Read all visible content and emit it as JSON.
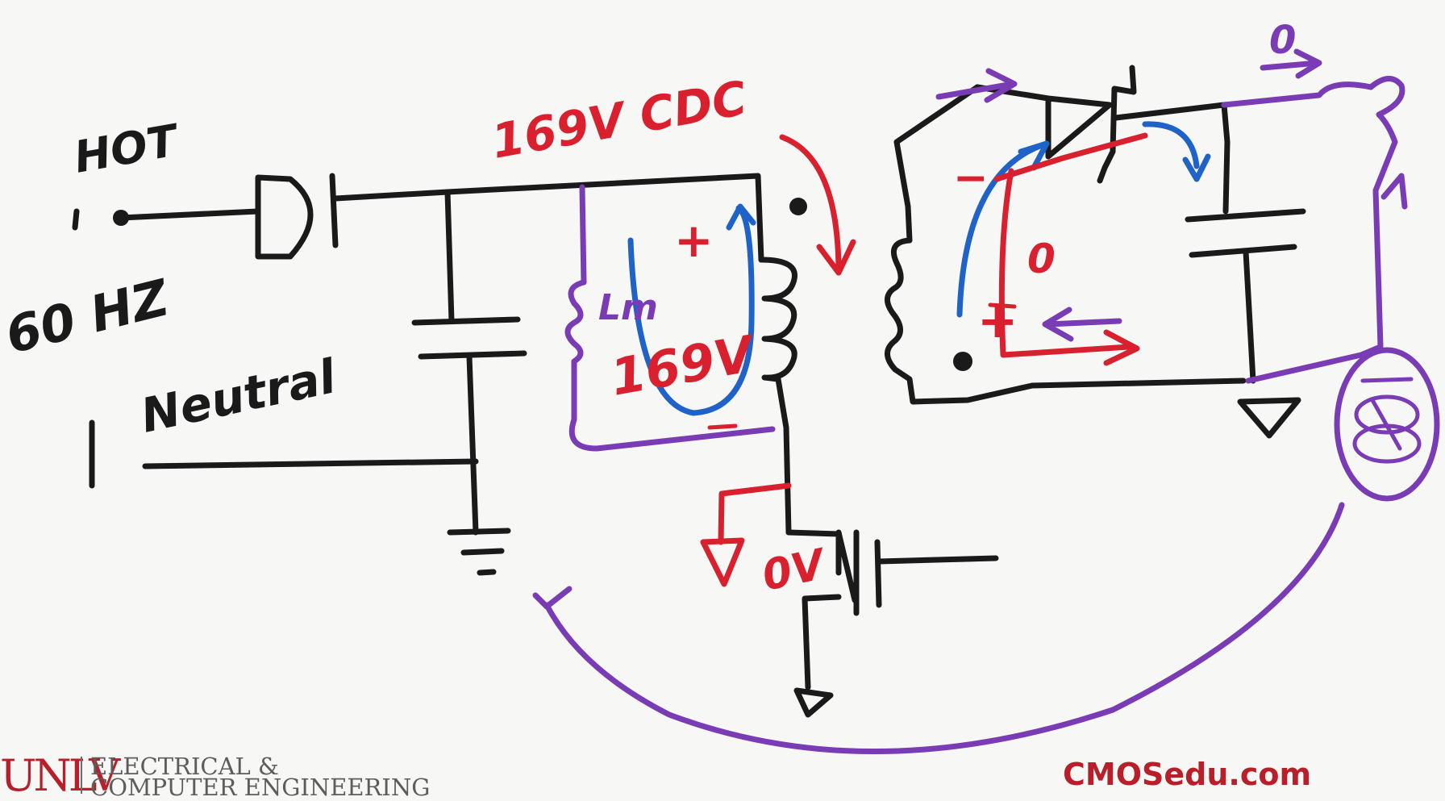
{
  "labels": {
    "hot": "HOT",
    "freq": "60 HZ",
    "neutral": "Neutral",
    "bus_voltage": "169V CDC",
    "mag_inductance": "Lm",
    "primary_voltage": "169V",
    "plus": "+",
    "minus": "−",
    "zero": "0",
    "zero_volts": "0V",
    "output_zero": "0"
  },
  "footer": {
    "logo_mark": "UNLV",
    "dept_line1": "ELECTRICAL &",
    "dept_line2": "COMPUTER ENGINEERING",
    "brand": "CMOSedu.com"
  },
  "colors": {
    "black_ink": "#1a1a1a",
    "red_ink": "#d8202e",
    "blue_ink": "#1f63c8",
    "purple_ink": "#7a3cb4",
    "brand_red": "#b81f2b"
  }
}
